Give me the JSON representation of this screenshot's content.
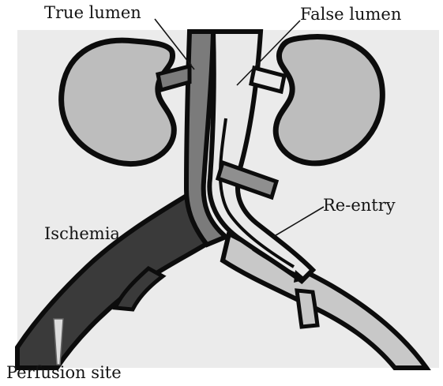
{
  "labels": {
    "true_lumen": "True lumen",
    "false_lumen": "False lumen",
    "re_entry": "Re-entry",
    "ischemia": "Ischemia",
    "perfusion_site": "Perfusion site"
  },
  "colors": {
    "background": "#ebebeb",
    "outline": "#0c0c0c",
    "kidney": "#bdbdbd",
    "true_lumen": "#7b7b7b",
    "false_lumen": "#e9e9e9",
    "right_iliac": "#c8c8c8",
    "ischemic_left_iliac": "#3a3a3a"
  }
}
